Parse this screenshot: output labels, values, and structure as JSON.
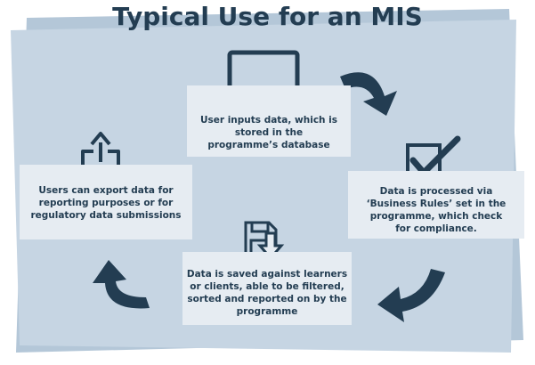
{
  "title": "Typical Use for an MIS",
  "steps": [
    {
      "icon": "monitor-icon",
      "text": "User inputs data, which is\nstored in the\nprogramme’s database"
    },
    {
      "icon": "checkbox-icon",
      "text": "Data is processed via\n‘Business Rules’ set in the\nprogramme, which check\nfor compliance."
    },
    {
      "icon": "save-download-icon",
      "text": "Data is saved against learners\nor clients, able to be filtered,\nsorted and reported on by the\nprogramme"
    },
    {
      "icon": "export-icon",
      "text": "Users can export data for\nreporting purposes or for\nregulatory data submissions"
    }
  ],
  "colors": {
    "dark": "#233d52",
    "background_panel": "#c6d5e3",
    "card": "#e6ecf2"
  }
}
